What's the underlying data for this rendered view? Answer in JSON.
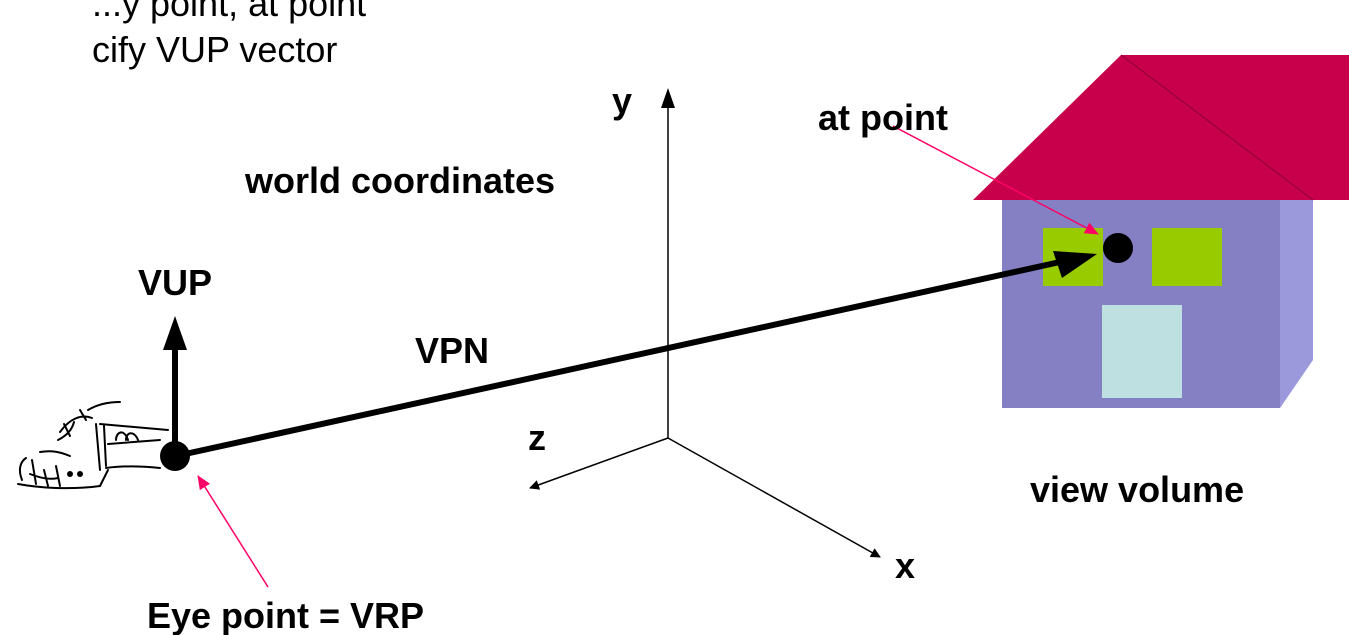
{
  "header": {
    "line1": "...y point, at point",
    "line2": "cify VUP vector"
  },
  "labels": {
    "y_axis": "y",
    "x_axis": "x",
    "z_axis": "z",
    "world_coordinates": "world coordinates",
    "vup": "VUP",
    "vpn": "VPN",
    "at_point": "at point",
    "view_volume": "view volume",
    "eye_point": "Eye point = VRP"
  },
  "colors": {
    "roof": "#c8004b",
    "house_front": "#8580c4",
    "house_side": "#9b98dc",
    "window": "#99cc00",
    "door": "#bfe0e0",
    "pointer": "#ff0066",
    "ink": "#000000"
  }
}
